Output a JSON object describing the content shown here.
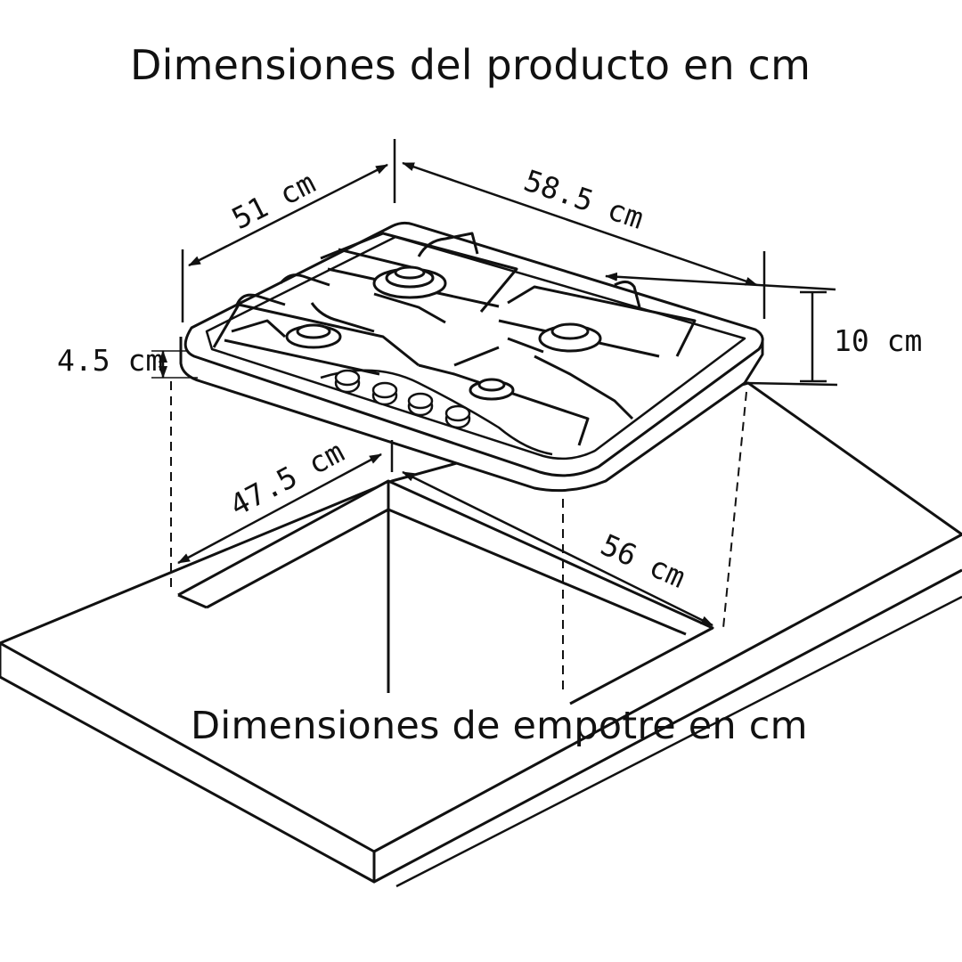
{
  "titles": {
    "product": "Dimensiones del producto en cm",
    "cutout": "Dimensiones de empotre en cm"
  },
  "dimensions": {
    "product_depth": "51 cm",
    "product_width": "58.5 cm",
    "product_height": "10 cm",
    "top_thickness": "4.5 cm",
    "cutout_depth": "47.5 cm",
    "cutout_width": "56 cm"
  },
  "colors": {
    "ink": "#111111",
    "background": "#ffffff"
  }
}
